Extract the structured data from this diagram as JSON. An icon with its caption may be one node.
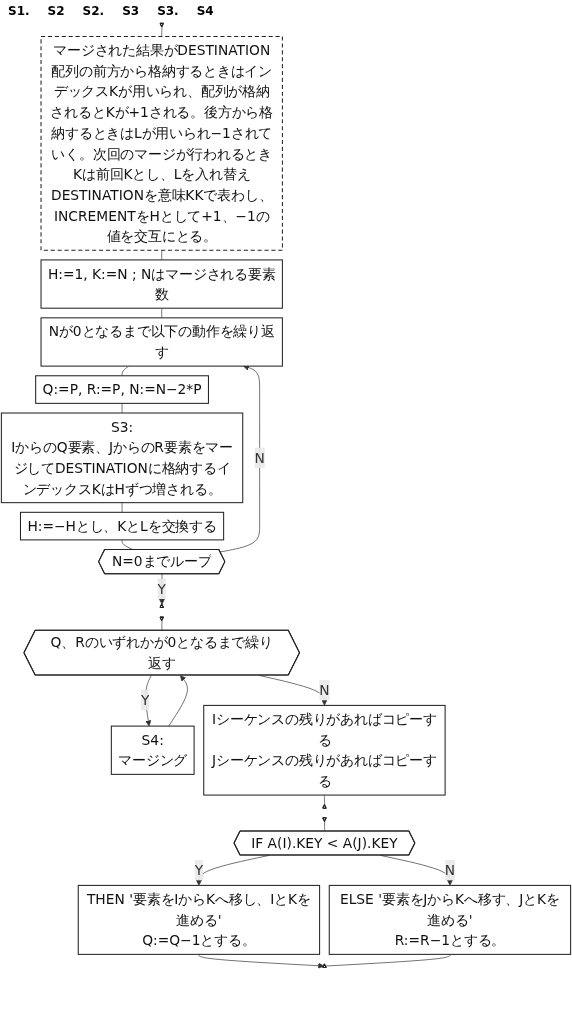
{
  "diagram": {
    "nodes": [
      {
        "text": [],
        "shape": "triangle"
      },
      {
        "text": [
          "マージされた結果がDESTINATION配列の前方から格納するときはインデックスKが用いられ、配列が格納されるとKが+1される。後方から格納するときはLが用いられ−1されていく。次回のマージが行われるときKは前回Kとし、Lを入れ替えDESTINATIONを意味KKで表わし、INCREMENTをHとして+1、−1の値を交互にとる。"
        ]
      },
      {
        "text": [
          "H:=1, K:=N ; Nはマージされる要素数"
        ]
      },
      {
        "text": [
          "Nが0となるまで以下の動作を繰り返す"
        ]
      },
      {
        "text": [
          "Q:=P, R:=P, N:=N−2*P"
        ]
      },
      {
        "text": [
          "S3:",
          "IからのQ要素、JからのR要素をマージしてDESTINATIONに格納するインデックスKはHずつ増される。"
        ]
      },
      {
        "text": [
          "H:=−Hとし、KとLを交換する"
        ]
      },
      {
        "text": [
          "N=0までループ"
        ]
      },
      {
        "text": [],
        "shape": "triangle"
      },
      {
        "text": [],
        "shape": "triangle"
      },
      {
        "text": [
          "Q、Rのいずれかが0となるまで繰り返す"
        ]
      },
      {
        "text": [
          "S4:",
          "マージング"
        ]
      },
      {
        "text": [
          "Iシーケンスの残りがあればコピーする",
          "Jシーケンスの残りがあればコピーする"
        ]
      },
      {
        "text": [],
        "shape": "triangle"
      },
      {
        "text": [],
        "shape": "triangle"
      },
      {
        "text": [
          "IF A(I).KEY < A(J).KEY"
        ]
      },
      {
        "text": [
          "THEN '要素をIからKへ移し、IとKを進める'",
          "Q:=Q−1とする。"
        ]
      },
      {
        "text": [
          "ELSE '要素をJからKへ移す、JとKを進める'",
          "R:=R−1とする。"
        ]
      },
      {
        "text": [],
        "shape": "triangle"
      }
    ],
    "edges": [
      {
        "from": 0,
        "to": 1,
        "arrow": "none"
      },
      {
        "from": 1,
        "to": 2,
        "arrow": "none"
      },
      {
        "from": 2,
        "to": 3,
        "arrow": "none"
      },
      {
        "from": 3,
        "to": 4,
        "arrow": "none"
      },
      {
        "from": 4,
        "to": 5,
        "arrow": "none"
      },
      {
        "from": 5,
        "to": 6,
        "arrow": "none"
      },
      {
        "from": 6,
        "to": 7,
        "arrow": "none"
      },
      {
        "from": 7,
        "to": 3,
        "label": "N",
        "arrow": "to"
      },
      {
        "from": 7,
        "to": 8,
        "label": "Y",
        "arrow": "to"
      },
      {
        "from": 9,
        "to": 10,
        "arrow": "none"
      },
      {
        "from": 10,
        "to": 11,
        "label": "Y",
        "arrow": "to"
      },
      {
        "from": 11,
        "to": 10,
        "arrow": "to"
      },
      {
        "from": 10,
        "to": 12,
        "label": "N",
        "arrow": "to"
      },
      {
        "from": 12,
        "to": 13,
        "arrow": "none"
      },
      {
        "from": 14,
        "to": 15,
        "arrow": "none"
      },
      {
        "from": 15,
        "to": 16,
        "label": "Y",
        "arrow": "to"
      },
      {
        "from": 15,
        "to": 17,
        "label": "N",
        "arrow": "to"
      },
      {
        "from": 16,
        "to": 18,
        "arrow": "to"
      },
      {
        "from": 17,
        "to": 18,
        "arrow": "none"
      }
    ],
    "labels": [
      "S1.",
      "S2",
      "S2.",
      "S3",
      "S3.",
      "S4"
    ]
  }
}
